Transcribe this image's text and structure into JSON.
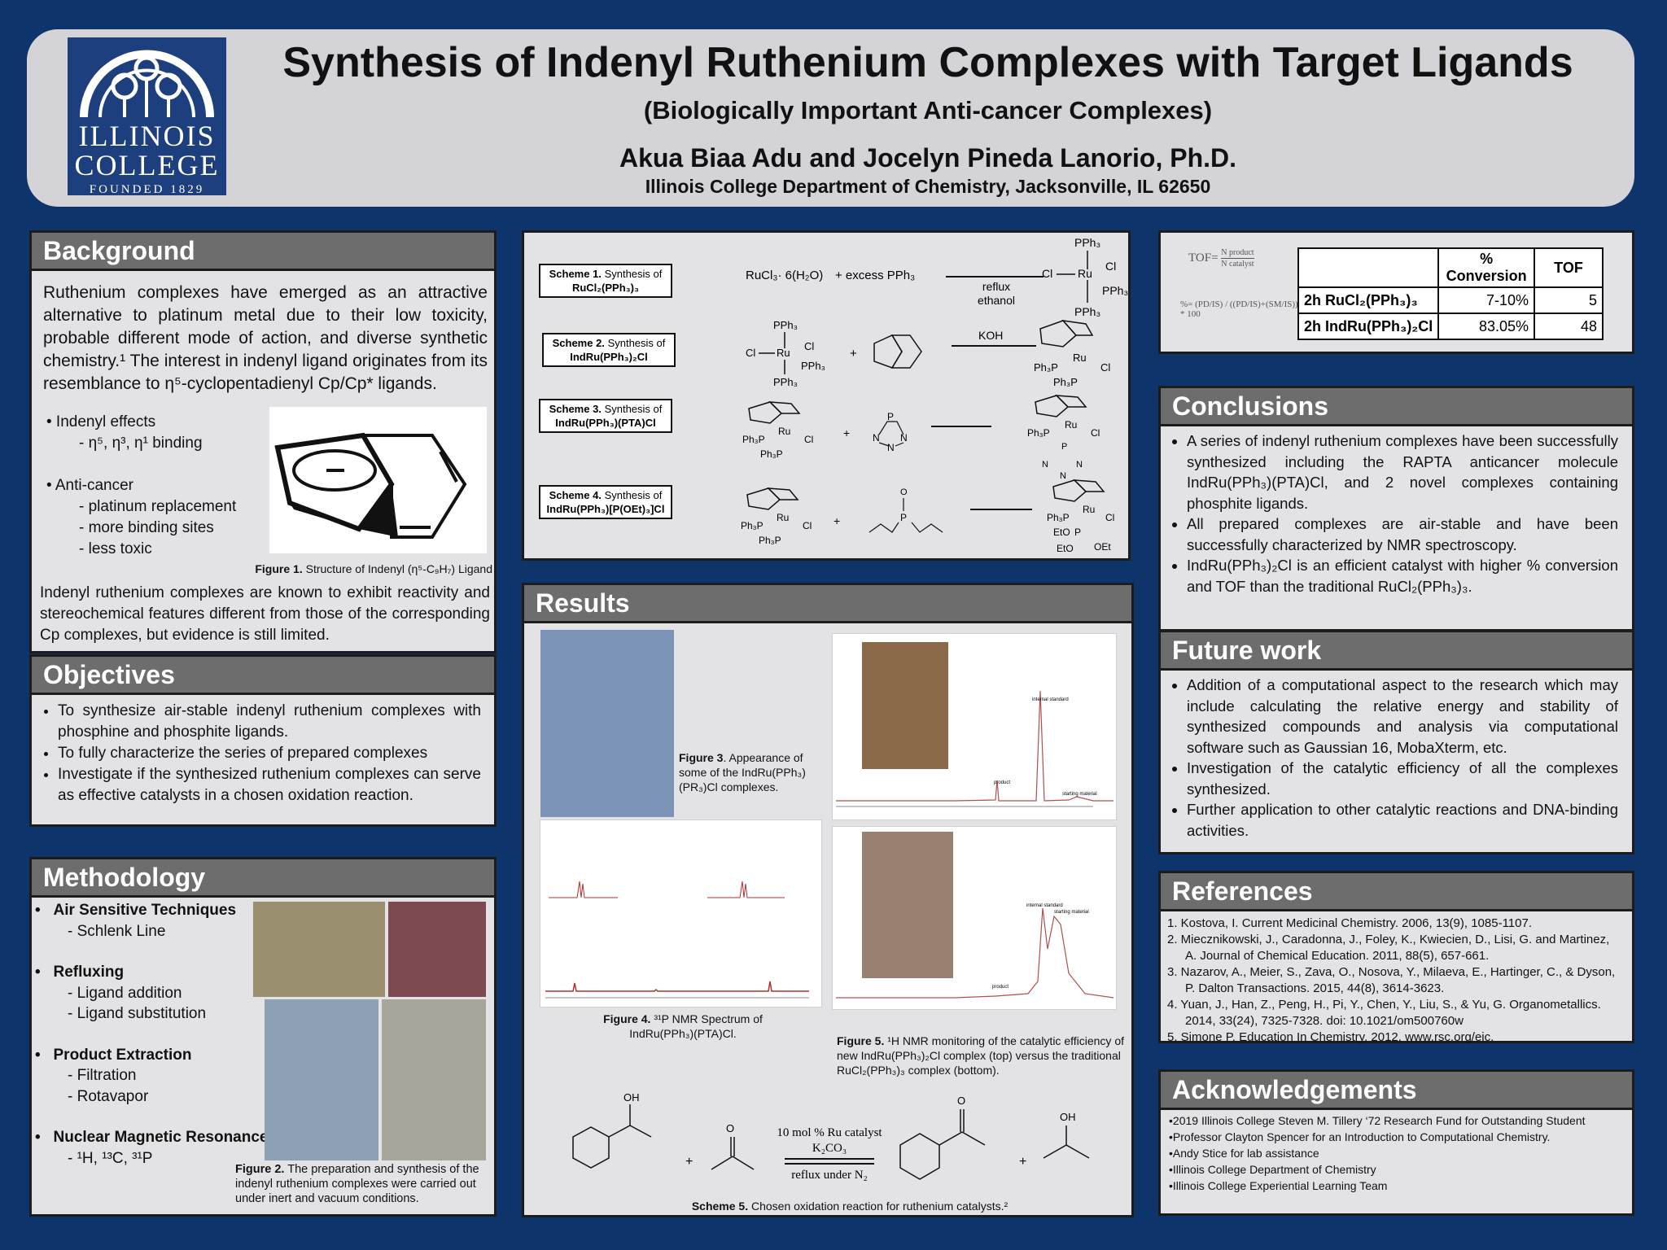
{
  "header": {
    "logo": {
      "line1": "ILLINOIS",
      "line2": "COLLEGE",
      "line3": "FOUNDED 1829"
    },
    "title": "Synthesis of Indenyl Ruthenium Complexes with Target Ligands",
    "subtitle": "(Biologically Important Anti-cancer Complexes)",
    "authors": "Akua Biaa Adu and Jocelyn Pineda Lanorio, Ph.D.",
    "affiliation": "Illinois College Department of Chemistry, Jacksonville, IL 62650"
  },
  "background": {
    "heading": "Background",
    "p1": "Ruthenium complexes have emerged as an attractive alternative to platinum metal due to their low toxicity, probable different mode of action, and diverse synthetic chemistry.¹ The interest in indenyl ligand originates from its resemblance to η⁵-cyclopentadienyl Cp/Cp* ligands.",
    "b1": "• Indenyl effects",
    "b1a": "- η⁵, η³, η¹ binding",
    "b2": "• Anti-cancer",
    "b2a": "- platinum replacement",
    "b2b": "- more binding sites",
    "b2c": "- less toxic",
    "fig1_label": "Figure 1.",
    "fig1_text": "Structure of Indenyl (η⁵-C₉H₇) Ligand",
    "p2": "Indenyl ruthenium complexes are known to exhibit reactivity and stereochemical features different from those of the corresponding Cp complexes, but evidence is still limited."
  },
  "objectives": {
    "heading": "Objectives",
    "items": [
      "To synthesize air-stable indenyl ruthenium complexes with phosphine and phosphite ligands.",
      "To fully characterize the series of prepared complexes",
      "Investigate if the synthesized ruthenium complexes can serve as effective catalysts in a chosen oxidation reaction."
    ]
  },
  "methodology": {
    "heading": "Methodology",
    "t1": "Air Sensitive Techniques",
    "t1a": "- Schlenk Line",
    "t2": "Refluxing",
    "t2a": "- Ligand addition",
    "t2b": "- Ligand substitution",
    "t3": "Product Extraction",
    "t3a": "- Filtration",
    "t3b": "- Rotavapor",
    "t4": "Nuclear Magnetic Resonance",
    "t4a": "- ¹H, ¹³C, ³¹P",
    "fig2_label": "Figure 2.",
    "fig2_text": "The preparation and synthesis of the indenyl ruthenium complexes were carried out under inert and vacuum conditions."
  },
  "schemes": {
    "s1_label": "Scheme 1.",
    "s1_text": "Synthesis of",
    "s1_cmpd": "RuCl₂(PPh₃)₃",
    "s2_label": "Scheme 2.",
    "s2_text": "Synthesis of",
    "s2_cmpd": "IndRu(PPh₃)₂Cl",
    "s3_label": "Scheme 3.",
    "s3_text": "Synthesis of",
    "s3_cmpd": "IndRu(PPh₃)(PTA)Cl",
    "s4_label": "Scheme 4.",
    "s4_text": "Synthesis of",
    "s4_cmpd": "IndRu(PPh₃)[P(OEt)₃]Cl",
    "r1_reactant": "RuCl₃· 6(H₂O)",
    "r1_plus": "+ excess PPh₃",
    "r1_cond1": "reflux",
    "r1_cond2": "ethanol",
    "r2_cond": "KOH",
    "pph3": "PPh₃",
    "cl": "Cl",
    "ru": "Ru",
    "ph3p": "Ph₃P",
    "plus": "+",
    "eto": "EtO",
    "oet": "OEt",
    "p": "P",
    "n": "N",
    "o": "O"
  },
  "results": {
    "heading": "Results",
    "fig3_label": "Figure 3",
    "fig3_text": ". Appearance of some of the IndRu(PPh₃)(PR₃)Cl complexes.",
    "fig4_label": "Figure 4.",
    "fig4_text": "³¹P NMR Spectrum of IndRu(PPh₃)(PTA)Cl.",
    "fig5_label": "Figure 5.",
    "fig5_text": "¹H NMR monitoring of the catalytic efficiency of new IndRu(PPh₃)₂Cl complex (top) versus the traditional RuCl₂(PPh₃)₃ complex (bottom).",
    "nmr_labels": {
      "internal": "internal standard",
      "product": "product",
      "starting": "starting material"
    },
    "scheme5_cond1": "10 mol % Ru catalyst",
    "scheme5_cond2": "K₂CO₃",
    "scheme5_cond3": "reflux under N₂",
    "oh": "OH",
    "scheme5_label": "Scheme 5.",
    "scheme5_text": "Chosen oxidation reaction for ruthenium catalysts.²"
  },
  "tof": {
    "formula1": "TOF=",
    "formula1_num": "N product",
    "formula1_den": "N catalyst",
    "formula2": "%= (PD/IS) / ((PD/IS)+(SM/IS)) * 100",
    "headers": [
      "",
      "% Conversion",
      "TOF"
    ],
    "rows": [
      {
        "label": "2h RuCl₂(PPh₃)₃",
        "conv": "7-10%",
        "tof": "5"
      },
      {
        "label": "2h IndRu(PPh₃)₂Cl",
        "conv": "83.05%",
        "tof": "48"
      }
    ]
  },
  "conclusions": {
    "heading": "Conclusions",
    "items": [
      "A series of indenyl ruthenium complexes have been successfully synthesized including the RAPTA anticancer molecule IndRu(PPh₃)(PTA)Cl, and 2 novel complexes containing phosphite ligands.",
      "All prepared complexes are air-stable and have been successfully characterized by NMR spectroscopy.",
      "IndRu(PPh₃)₂Cl is an efficient catalyst with higher % conversion and TOF than the traditional RuCl₂(PPh₃)₃."
    ]
  },
  "future": {
    "heading": "Future work",
    "items": [
      "Addition of a computational aspect to the research which may include calculating the relative energy and stability of synthesized compounds and analysis via computational software such as Gaussian 16, MobaXterm, etc.",
      "Investigation of the catalytic efficiency of all the complexes synthesized.",
      "Further application to other catalytic reactions and DNA-binding activities."
    ]
  },
  "references": {
    "heading": "References",
    "items": [
      "1.  Kostova, I. Current Medicinal Chemistry. 2006, 13(9), 1085-1107.",
      "2.  Miecznikowski, J., Caradonna, J., Foley, K., Kwiecien, D., Lisi, G. and Martinez, A. Journal of Chemical Education. 2011, 88(5), 657-661.",
      "3.  Nazarov, A., Meier, S., Zava, O., Nosova, Y., Milaeva, E., Hartinger, C., & Dyson, P. Dalton Transactions. 2015, 44(8), 3614-3623.",
      "4.  Yuan, J., Han, Z., Peng, H., Pi, Y., Chen, Y., Liu, S., & Yu, G. Organometallics. 2014, 33(24), 7325-7328. doi: 10.1021/om500760w",
      "5.  Simone P. Education In Chemistry. 2012, www.rsc.org/eic."
    ]
  },
  "acknowledgements": {
    "heading": "Acknowledgements",
    "items": [
      "2019 Illinois College Steven M. Tillery ‘72 Research Fund for Outstanding Student",
      "Professor Clayton Spencer for an Introduction to Computational Chemistry.",
      "Andy Stice for lab assistance",
      "Illinois College Department of Chemistry",
      "Illinois College Experiential Learning Team"
    ]
  }
}
